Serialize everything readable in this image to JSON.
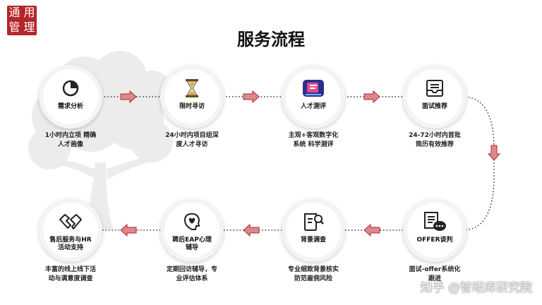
{
  "logo": {
    "chars": [
      "通",
      "用",
      "管",
      "理"
    ]
  },
  "title": "服务流程",
  "steps": [
    {
      "label": "需求分析",
      "desc": "1小时内立项 精确\n人才画像",
      "icon": "pie-chart-icon"
    },
    {
      "label": "限时寻访",
      "desc": "24小时内项目组深\n度人才寻访",
      "icon": "hourglass-icon"
    },
    {
      "label": "人才测评",
      "desc": "主观+客观数字化\n系统 科学测评",
      "icon": "assessment-icon"
    },
    {
      "label": "面试推荐",
      "desc": "24-72小时内首批\n简历有效推荐",
      "icon": "inbox-icon"
    },
    {
      "label": "OFFER谈判",
      "desc": "面试-offer系统化\n跟进",
      "icon": "chat-document-icon"
    },
    {
      "label": "背景调查",
      "desc": "专业细致背景核实\n防范雇佣风险",
      "icon": "search-document-icon"
    },
    {
      "label": "聘后EAP心理\n辅导",
      "desc": "定期回访辅导，专\n业评估体系",
      "icon": "heart-head-icon"
    },
    {
      "label": "售后服务与HR\n活动支持",
      "desc": "丰富的线上线下活\n动与满意度调查",
      "icon": "handshake-icon"
    }
  ],
  "colors": {
    "accent": "#b3262b",
    "arrow": "#d98a8c",
    "connector": "#333333",
    "tree": "#ededed"
  },
  "watermark": "知乎 @智昭库研究院"
}
